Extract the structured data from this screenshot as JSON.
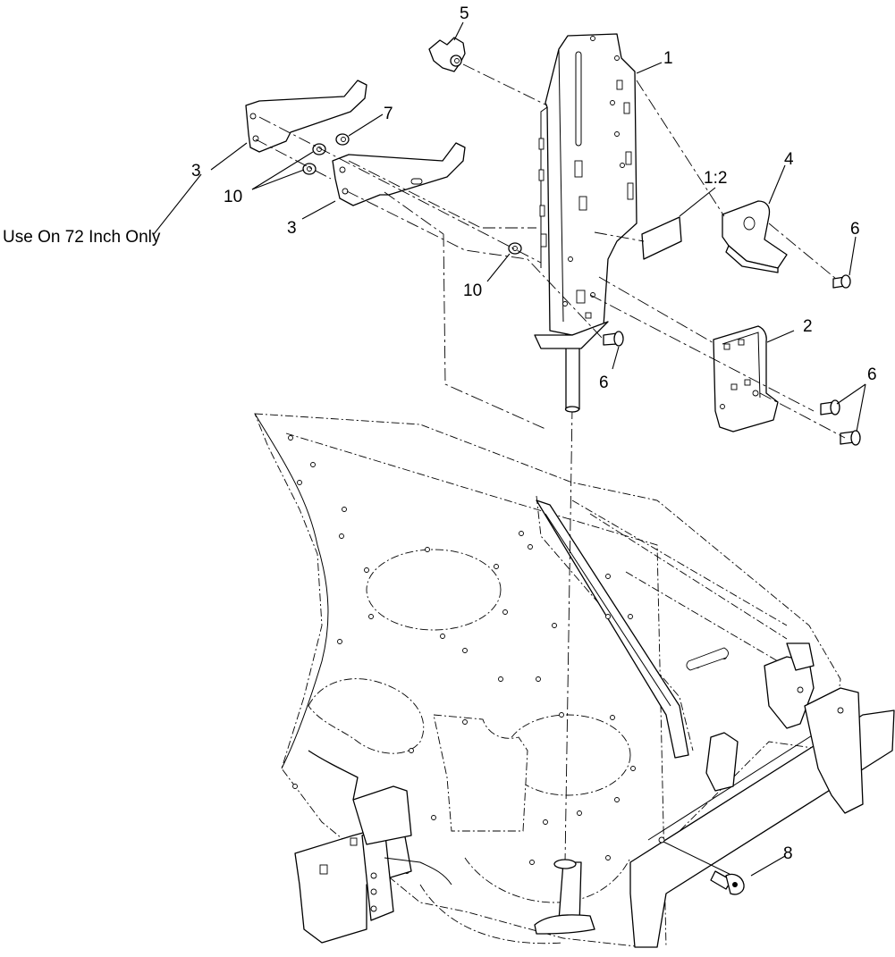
{
  "callouts": {
    "c1": "1",
    "c1_2": "1:2",
    "c2": "2",
    "c3a": "3",
    "c3b": "3",
    "c4": "4",
    "c5": "5",
    "c6a": "6",
    "c6b": "6",
    "c6c": "6",
    "c7": "7",
    "c8": "8",
    "c10a": "10",
    "c10b": "10"
  },
  "note": "Use On 72 Inch Only"
}
